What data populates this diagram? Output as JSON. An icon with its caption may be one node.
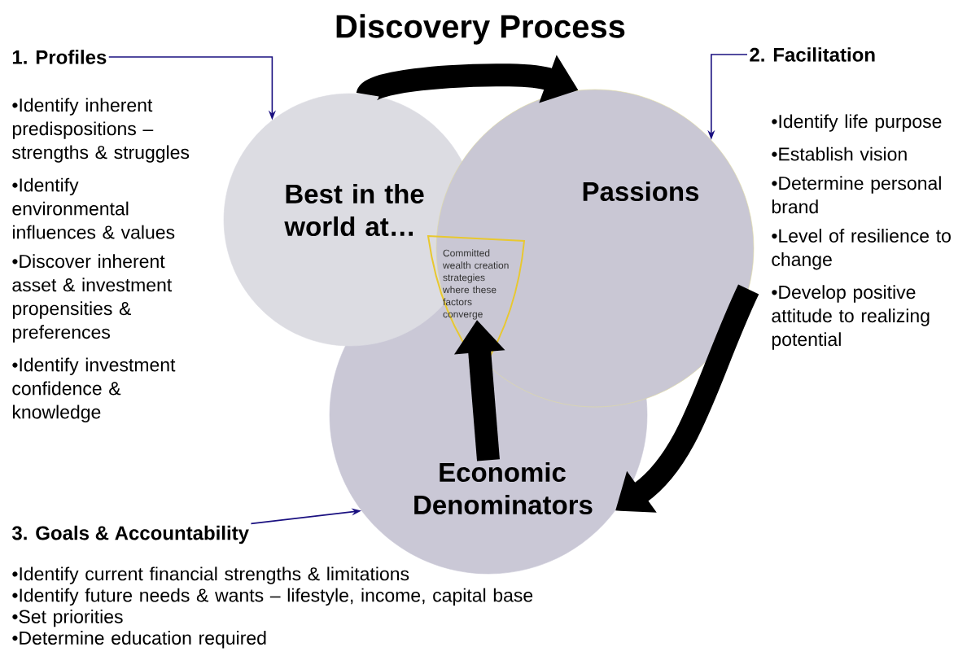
{
  "diagram": {
    "title": "Discovery Process",
    "nodes": [
      {
        "text": [
          "1. Profiles"
        ],
        "beside": [
          "•Identify inherent predispositions – strengths & struggles",
          "•Identify environmental influences & values",
          "•Discover inherent asset & investment propensities & preferences",
          "•Identify investment confidence & knowledge"
        ]
      },
      {
        "text": [
          "Best in the world at…"
        ]
      },
      {
        "text": [
          "Passions"
        ]
      },
      {
        "text": [
          "Economic Denominators"
        ]
      },
      {
        "text": [
          "Committed wealth creation strategies where these factors converge"
        ]
      },
      {
        "text": [
          "2. Facilitation"
        ],
        "beside": [
          "•Identify life purpose",
          "•Establish vision",
          "•Determine personal brand",
          "•Level of resilience to change",
          "•Develop positive attitude to realizing potential"
        ]
      },
      {
        "text": [
          "3. Goals & Accountability"
        ],
        "beside": [
          "•Identify current financial strengths & limitations",
          "•Identify future needs & wants – lifestyle, income, capital base",
          "•Set priorities",
          "•Determine education required"
        ]
      }
    ],
    "edges": [
      {
        "from": 0,
        "to": 1,
        "arrow": "to"
      },
      {
        "from": 5,
        "to": 2,
        "arrow": "to"
      },
      {
        "from": 6,
        "to": 3,
        "arrow": "to"
      },
      {
        "from": 1,
        "to": 2,
        "arrow": "to",
        "style": "thick",
        "color": "#000000"
      },
      {
        "from": 2,
        "to": 3,
        "arrow": "to",
        "style": "thick",
        "color": "#000000"
      },
      {
        "from": 3,
        "to": 4,
        "arrow": "to",
        "style": "thick",
        "color": "#000000"
      }
    ]
  }
}
